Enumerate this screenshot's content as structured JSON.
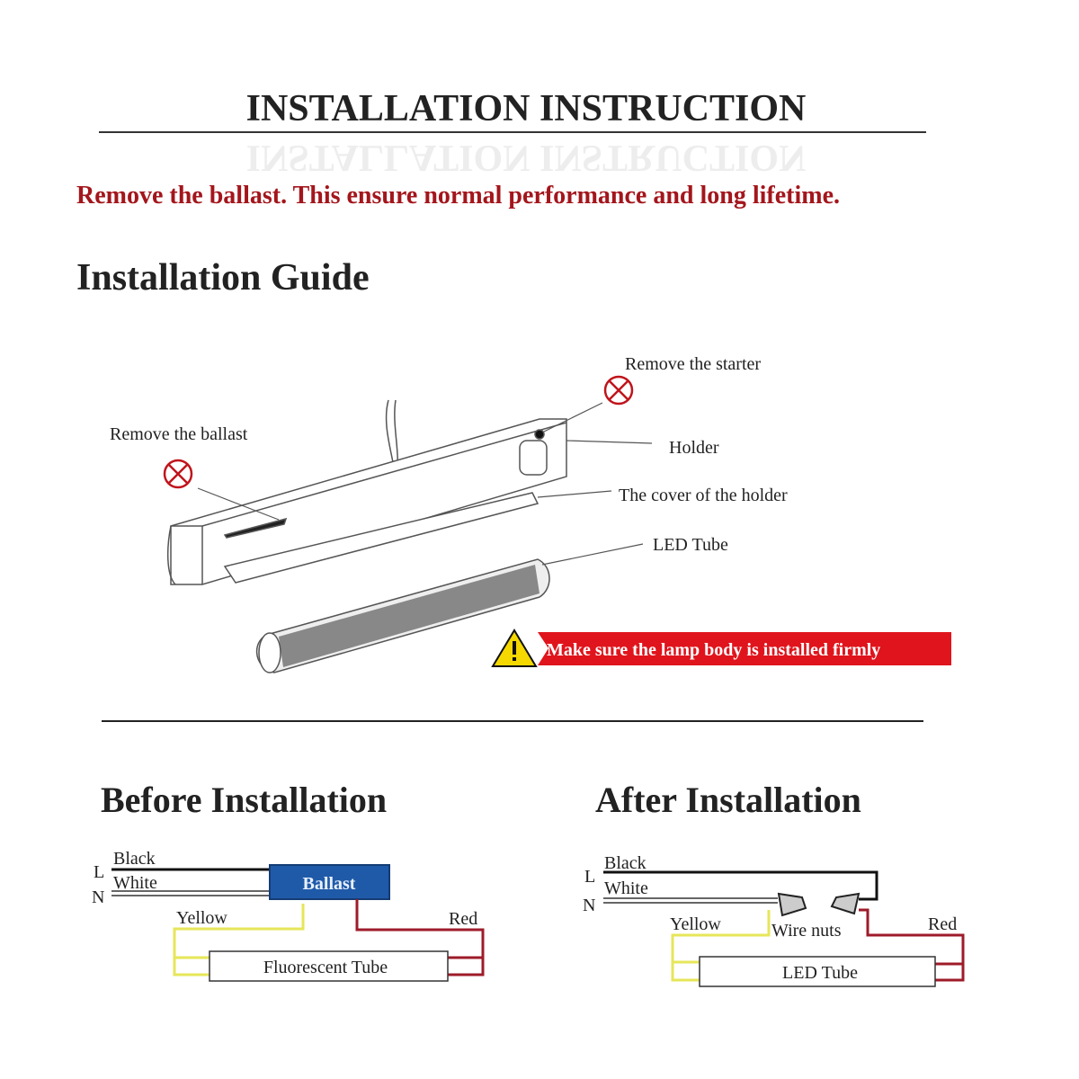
{
  "header": {
    "title": "INSTALLATION INSTRUCTION",
    "warning_text": "Remove the ballast. This ensure normal performance and long lifetime."
  },
  "guide": {
    "title": "Installation Guide",
    "labels": {
      "remove_starter": "Remove the starter",
      "remove_ballast": "Remove the ballast",
      "holder": "Holder",
      "cover": "The cover of the holder",
      "led_tube": "LED Tube"
    },
    "caution": "Make sure the lamp body is installed firmly",
    "caution_icon": "warning-triangle-icon",
    "remove_icon": "circle-x-icon"
  },
  "before": {
    "title": "Before Installation",
    "L": "L",
    "N": "N",
    "black": "Black",
    "white": "White",
    "ballast": "Ballast",
    "yellow": "Yellow",
    "red": "Red",
    "tube": "Fluorescent Tube"
  },
  "after": {
    "title": "After Installation",
    "L": "L",
    "N": "N",
    "black": "Black",
    "white": "White",
    "yellow": "Yellow",
    "red": "Red",
    "wire_nuts": "Wire nuts",
    "tube": "LED Tube"
  },
  "colors": {
    "red_text": "#a3161c",
    "ballast_blue": "#1f5aa8",
    "yellow_wire": "#e6e65a",
    "red_wire": "#9e1b2a",
    "banner_red": "#e0141c"
  }
}
